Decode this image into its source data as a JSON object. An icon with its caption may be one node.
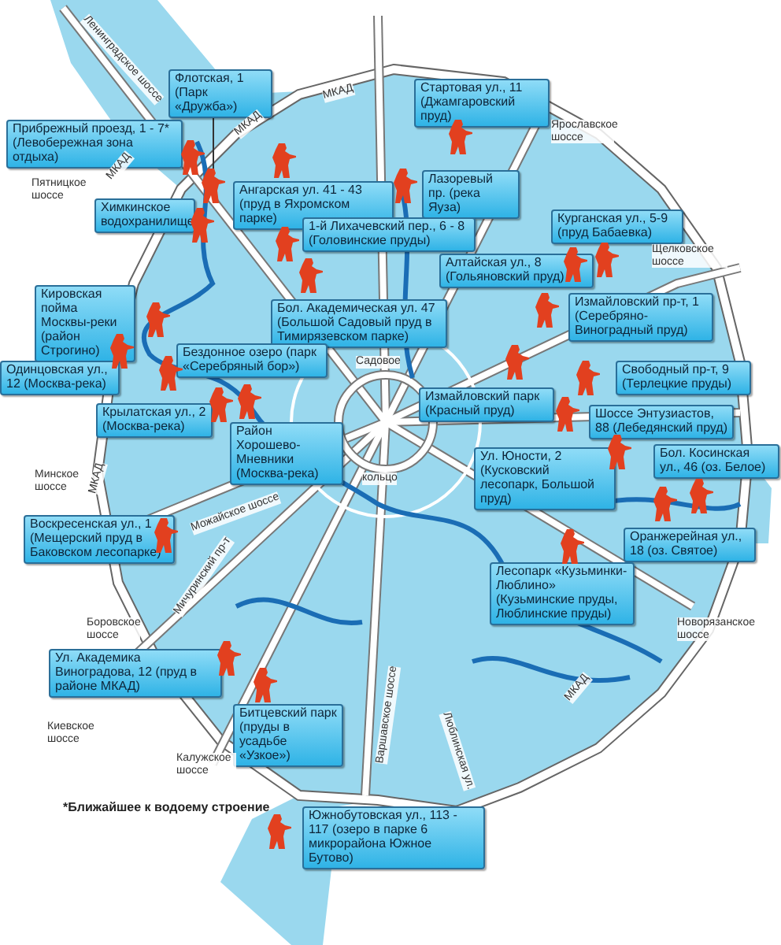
{
  "diagram": {
    "caption": "*Ближайшее к водоему строение",
    "nodes": [
      {
        "text": [
          "Флотская, 1 (Парк «Дружба»)"
        ]
      },
      {
        "text": [
          "Стартовая ул., 11 (Джамгаровский пруд)"
        ]
      },
      {
        "text": [
          "Прибрежный проезд, 1 - 7* (Левобережная зона отдыха)"
        ]
      },
      {
        "text": [
          "Ангарская ул. 41 - 43 (пруд в Яхромском парке)"
        ]
      },
      {
        "text": [
          "Лазоревый пр. (река Яуза)"
        ]
      },
      {
        "text": [
          "Химкинское водохранилище"
        ]
      },
      {
        "text": [
          "1-й Лихачевский пер., 6 - 8 (Головинские пруды)"
        ]
      },
      {
        "text": [
          "Курганская ул., 5-9 (пруд Бабаевка)"
        ]
      },
      {
        "text": [
          "Алтайская ул., 8 (Гольяновский пруд)"
        ]
      },
      {
        "text": [
          "Кировская пойма Москвы-реки (район Строгино)"
        ]
      },
      {
        "text": [
          "Бол. Академическая ул. 47 (Большой Садовый пруд в Тимирязевском парке)"
        ]
      },
      {
        "text": [
          "Измайловский пр-т, 1 (Серебряно-Виноградный пруд)"
        ]
      },
      {
        "text": [
          "Бездонное озеро (парк «Серебряный бор»)"
        ]
      },
      {
        "text": [
          "Одинцовская ул., 12 (Москва-река)"
        ]
      },
      {
        "text": [
          "Свободный пр-т, 9 (Терлецкие пруды)"
        ]
      },
      {
        "text": [
          "Измайловский парк (Красный пруд)"
        ]
      },
      {
        "text": [
          "Крылатская ул., 2 (Москва-река)"
        ]
      },
      {
        "text": [
          "Шоссе Энтузиастов, 88 (Лебедянский пруд)"
        ]
      },
      {
        "text": [
          "Район Хорошево-Мневники (Москва-река)"
        ]
      },
      {
        "text": [
          "Бол. Косинская ул., 46 (оз. Белое)"
        ]
      },
      {
        "text": [
          "Ул. Юности, 2 (Кусковский лесопарк, Большой пруд)"
        ]
      },
      {
        "text": [
          "Воскресенская ул., 1 (Мещерский пруд в Баковском лесопарке)"
        ]
      },
      {
        "text": [
          "Оранжерейная ул., 18 (оз. Святое)"
        ]
      },
      {
        "text": [
          "Лесопарк «Кузьминки-Люблино» (Кузьминские пруды, Люблинские пруды)"
        ]
      },
      {
        "text": [
          "Ул. Академика Виноградова, 12 (пруд в районе МКАД)"
        ]
      },
      {
        "text": [
          "Битцевский парк (пруды в усадьбе «Узкое»)"
        ]
      },
      {
        "text": [
          "Южнобутовская ул., 113 - 117 (озеро в парке 6 микрорайона Южное Бутово)"
        ]
      },
      {
        "text": [],
        "shape": "picture"
      }
    ],
    "edges": [
      {
        "from": 0,
        "to": 27,
        "arrow": "none"
      }
    ],
    "labels": [
      "Ленинградское шоссе",
      "МКАД",
      "Ярославское шоссе",
      "МКАД",
      "Пятницкое шоссе",
      "МКАД",
      "Щелковское шоссе",
      "Садовое",
      "кольцо",
      "Минское шоссе",
      "Можайское шоссе",
      "МКАД",
      "Мичуринский пр-т",
      "Боровское шоссе",
      "Киевское шоссе",
      "Калужское шоссе",
      "Варшавское шоссе",
      "Новорязанское шоссе",
      "МКАД",
      "Люблинская ул."
    ]
  }
}
